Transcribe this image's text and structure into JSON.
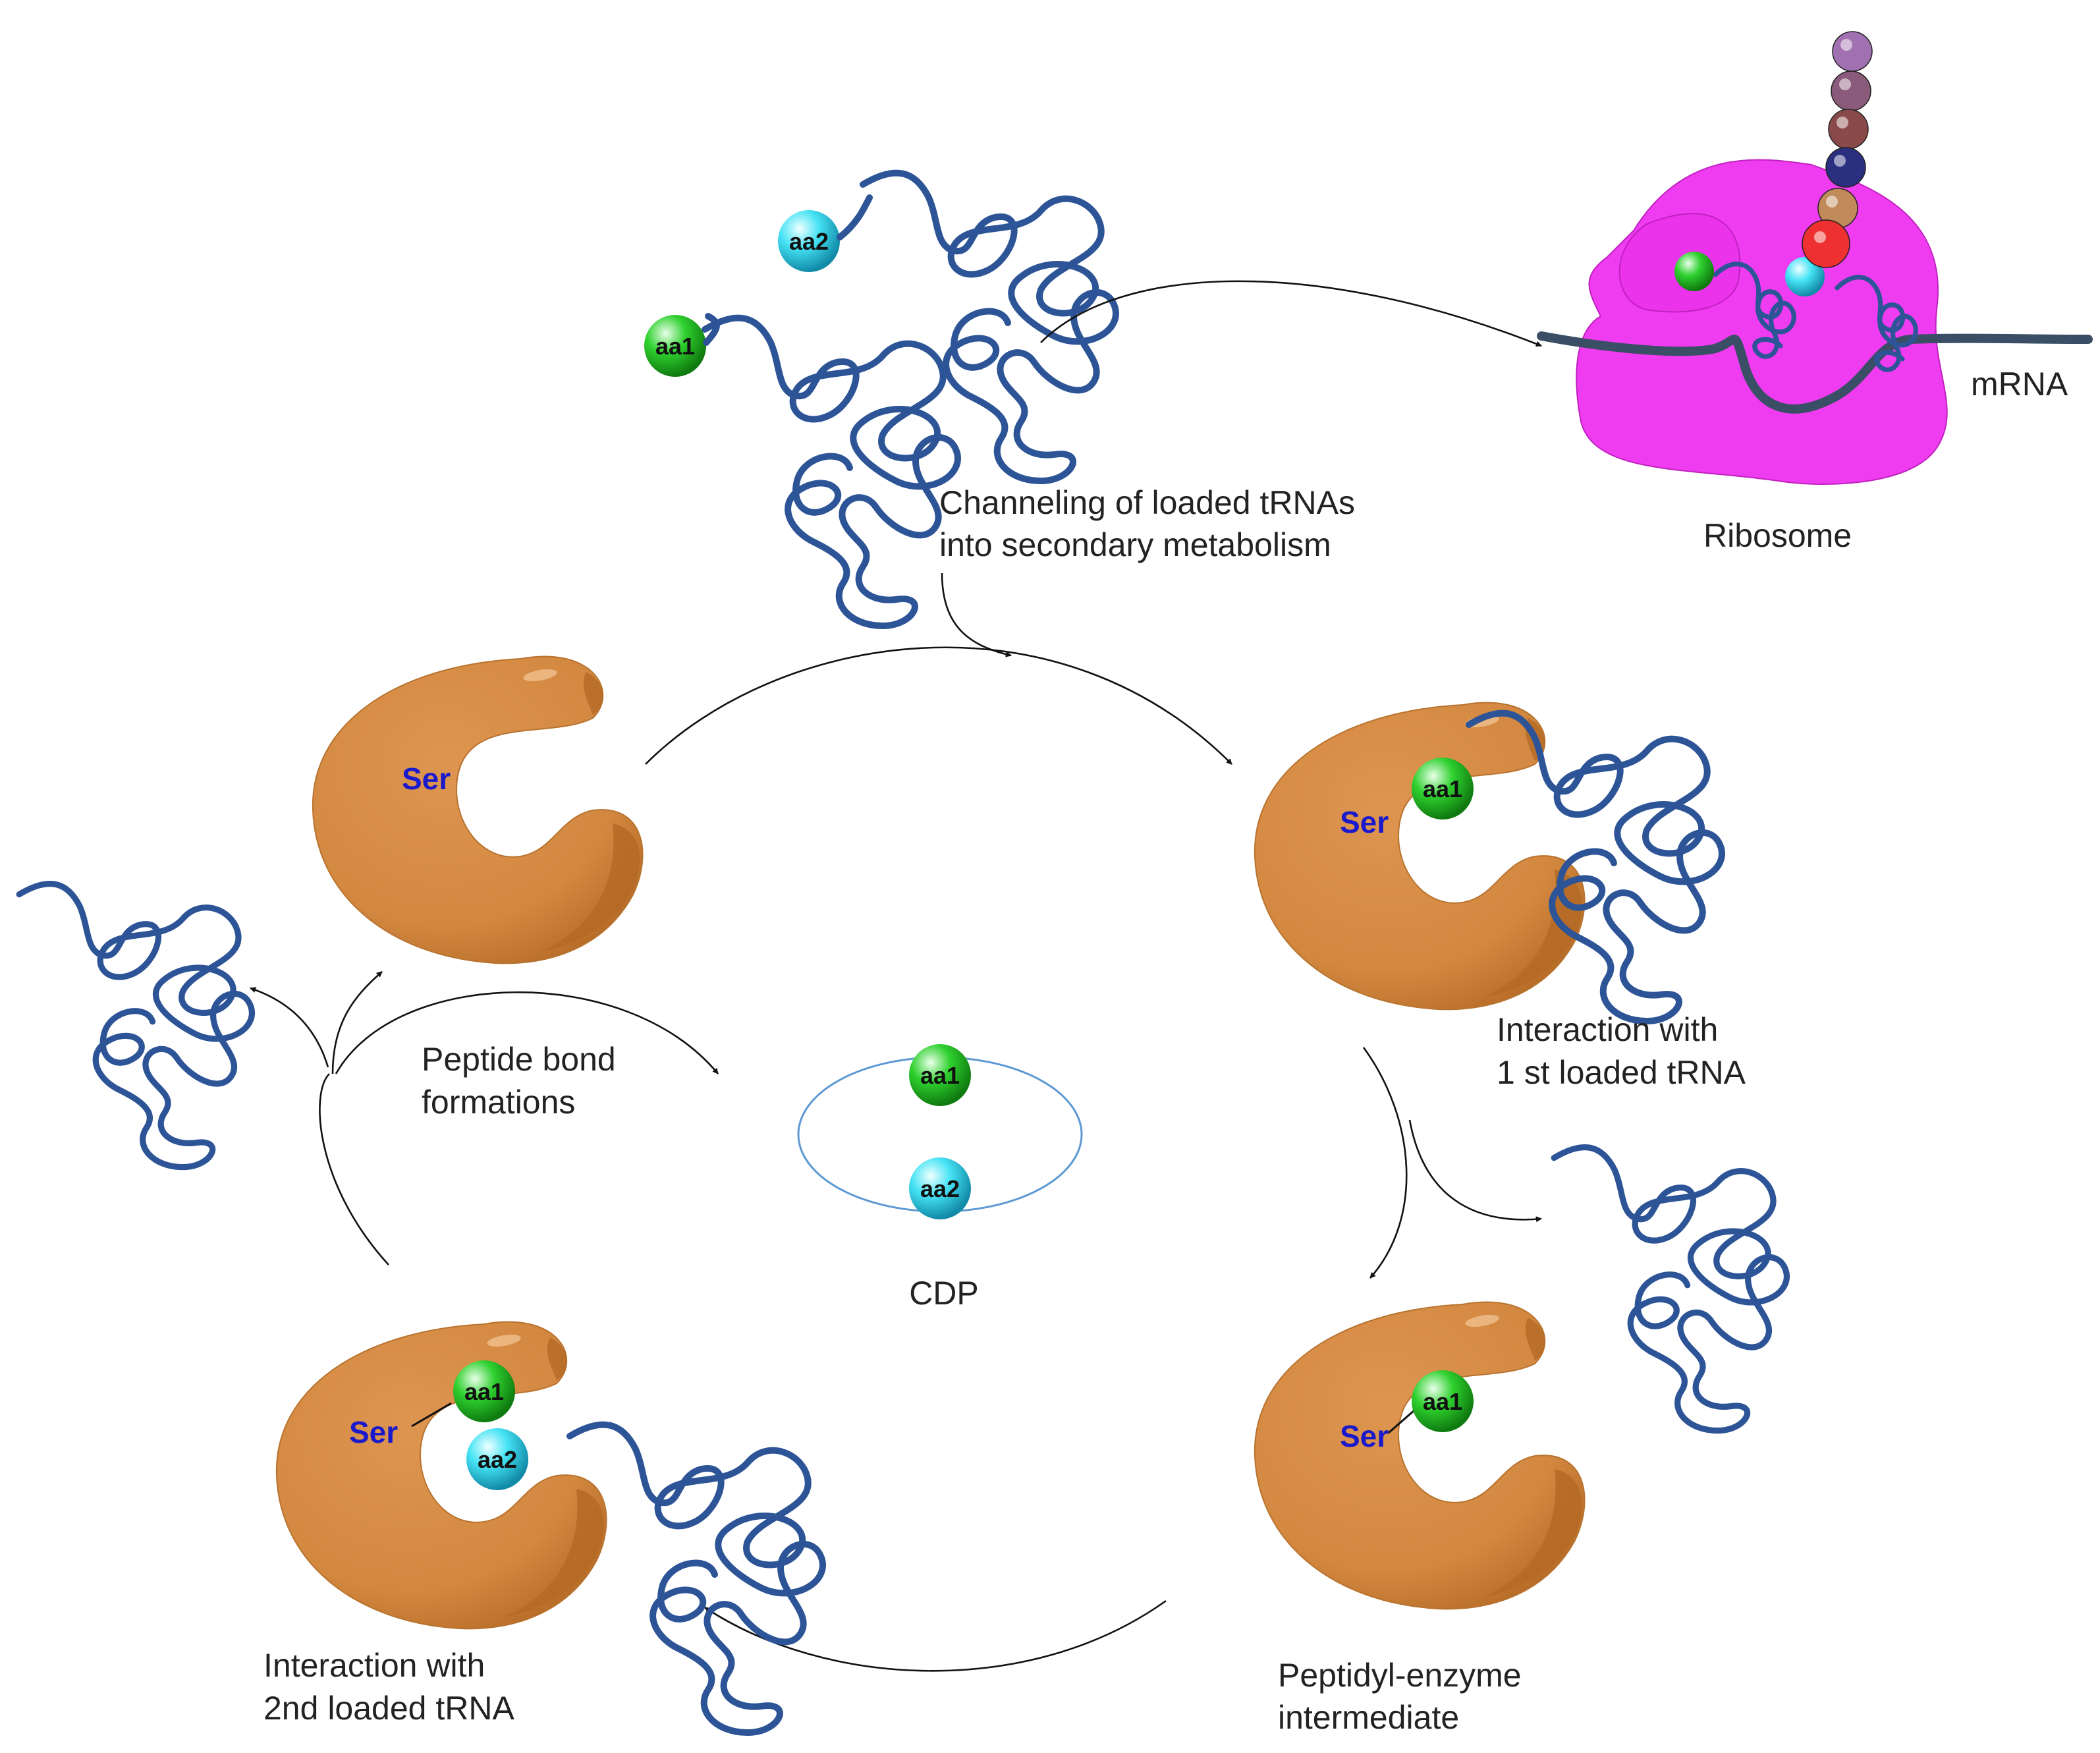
{
  "colors": {
    "enzyme": "#d38840",
    "enzyme_shade": "#b46a25",
    "trna": "#2c5496",
    "ribosome": "#f03cf0",
    "ribosome_edge": "#c020c0",
    "mrna": "#3a4e66",
    "aa1": "#2fd12f",
    "aa2": "#46e3f5",
    "ser_text": "#1a1acc",
    "cdp_ring": "#5d99d4",
    "arrow": "#111111",
    "bead_chain": [
      "#a070b0",
      "#8a5a7a",
      "#8a4a4a",
      "#2a2f80",
      "#c08a5a",
      "#ee3030"
    ]
  },
  "labels": {
    "channeling_line1": "Channeling of loaded tRNAs",
    "channeling_line2": "into secondary metabolism",
    "ribosome": "Ribosome",
    "mrna": "mRNA",
    "interaction1_line1": "Interaction with",
    "interaction1_line2": "1 st loaded tRNA",
    "peptide_line1": "Peptide bond",
    "peptide_line2": "formations",
    "cdp": "CDP",
    "interaction2_line1": "Interaction with",
    "interaction2_line2": "2nd loaded tRNA",
    "peptidyl_line1": "Peptidyl-enzyme",
    "peptidyl_line2": "intermediate"
  },
  "residues": {
    "aa1": "aa1",
    "aa2": "aa2",
    "ser": "Ser"
  }
}
